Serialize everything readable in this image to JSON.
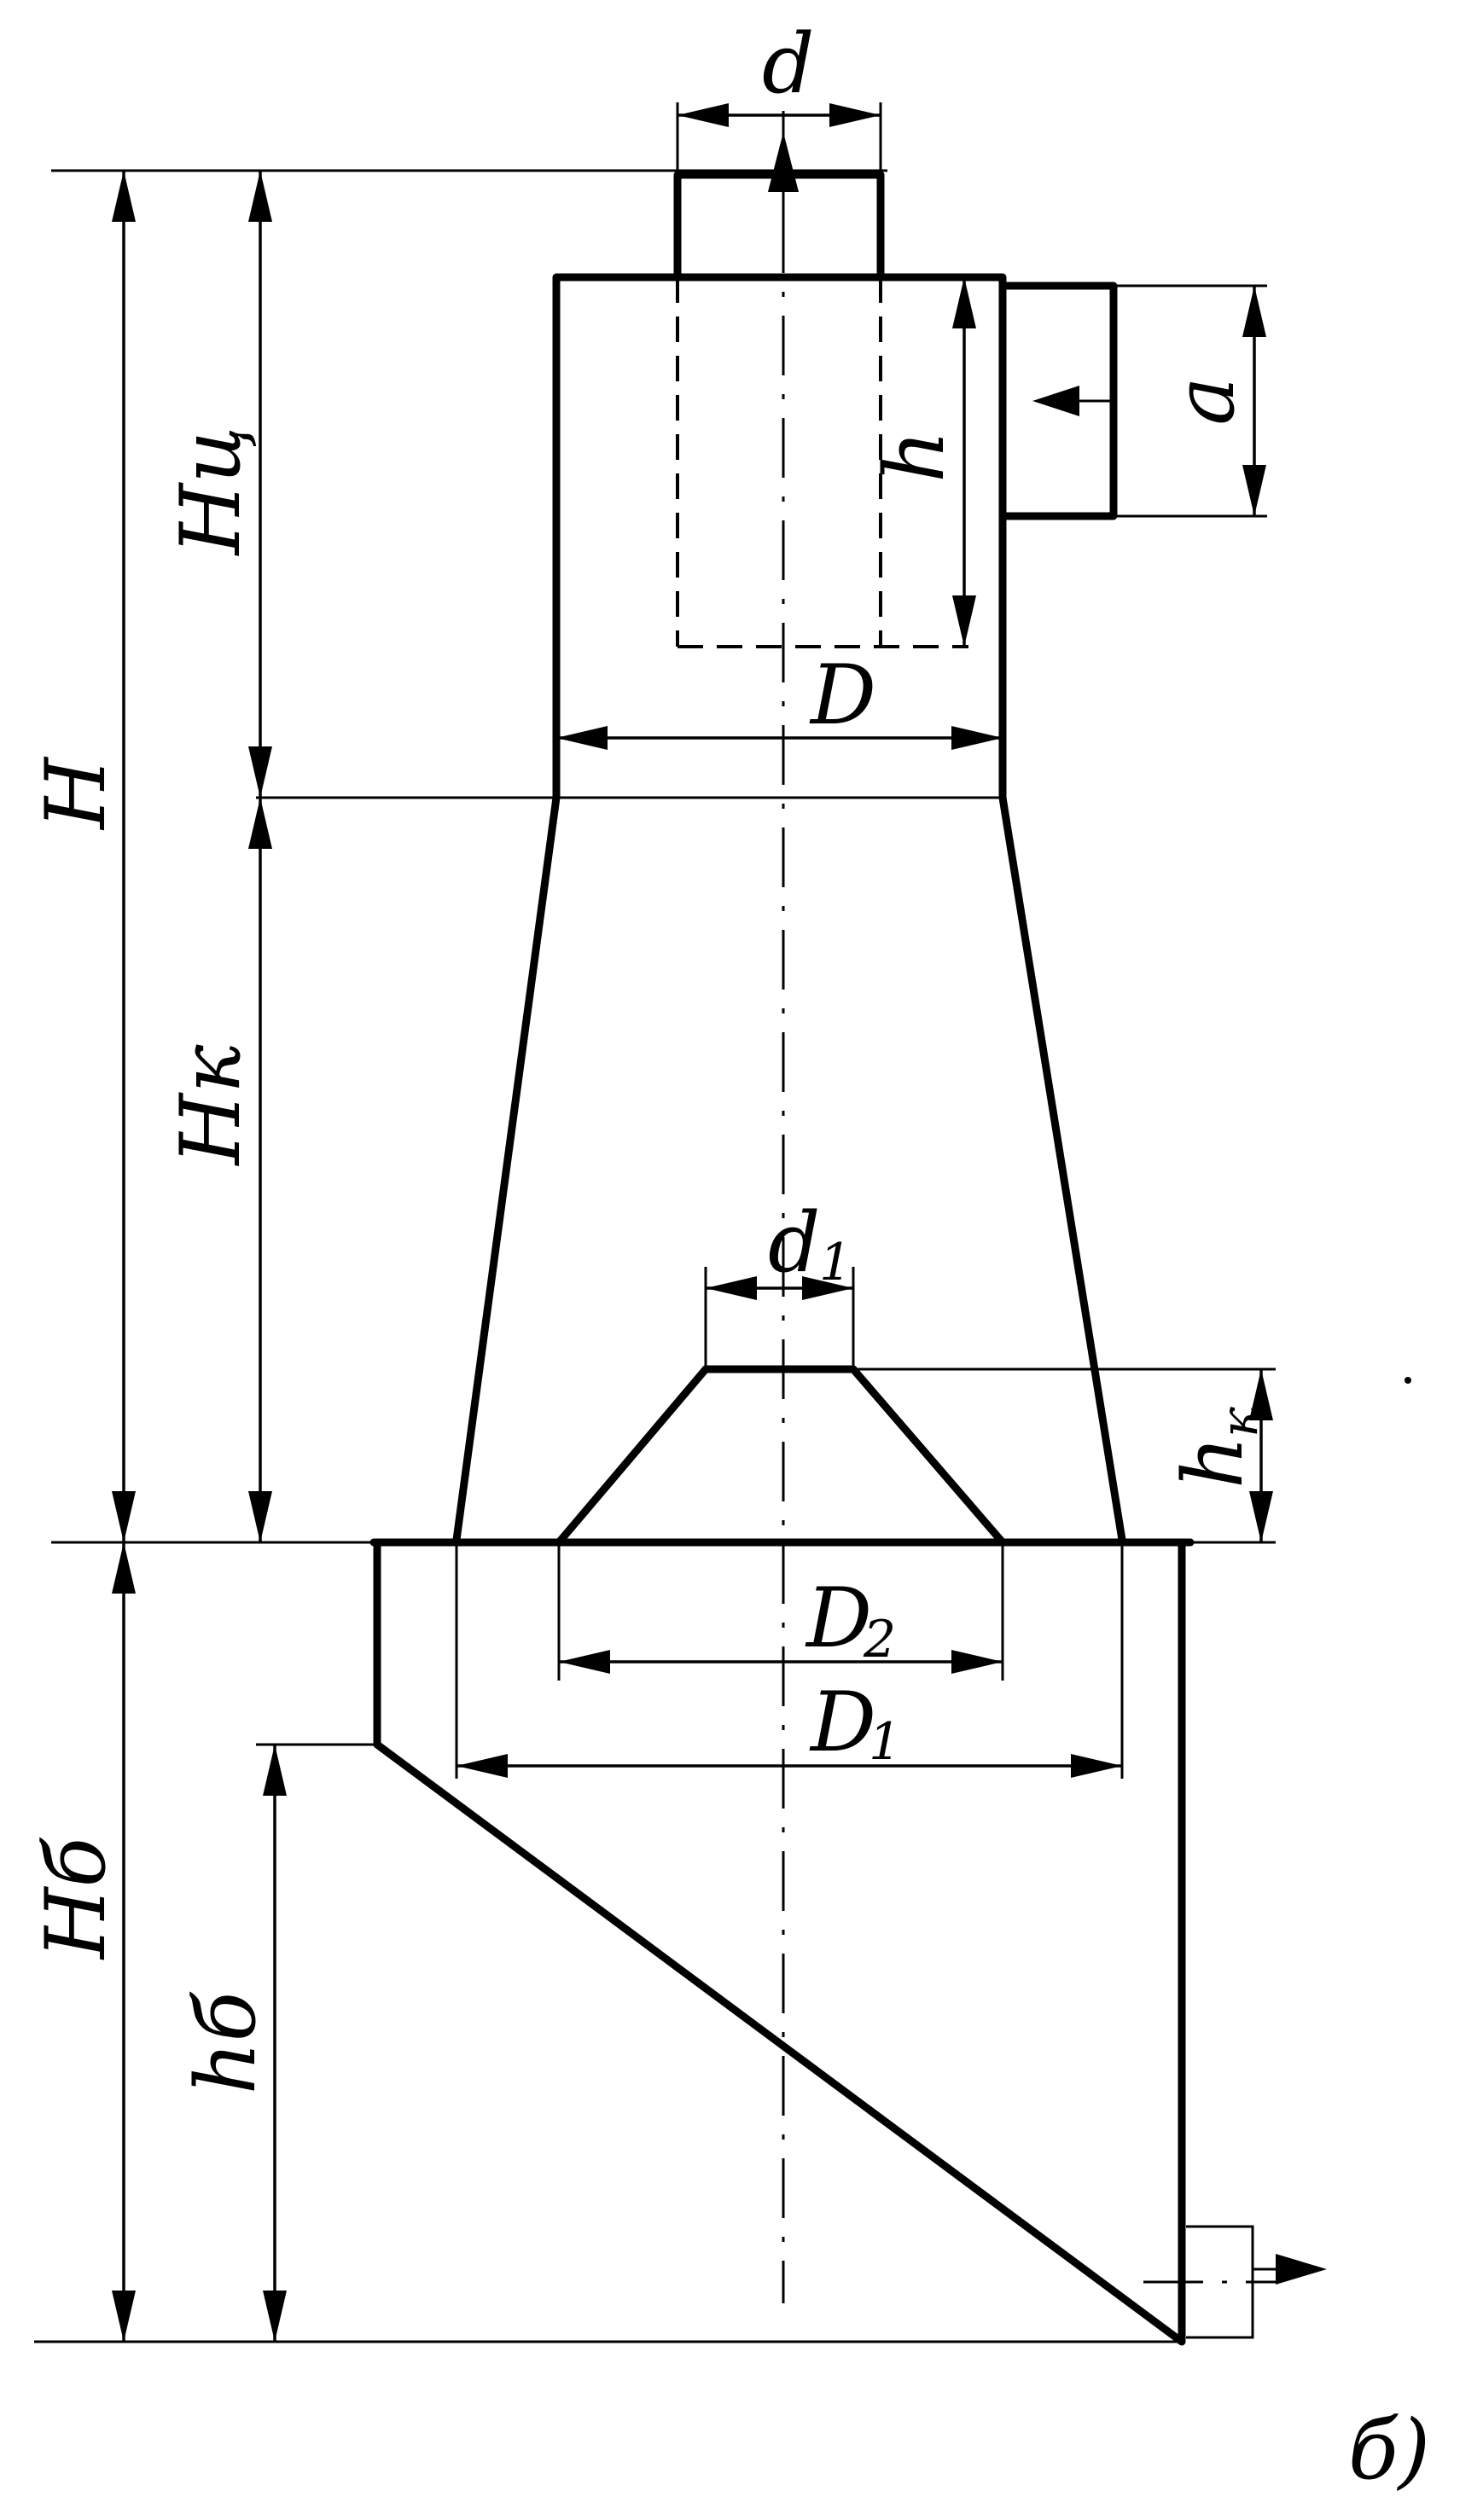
{
  "labels": {
    "d": "d",
    "D": "D",
    "a": "a",
    "h": "h",
    "Hc": "Hц",
    "H": "H",
    "Hk": "Hк",
    "d1_main": "d",
    "d1_sub": "1",
    "hk_main": "h",
    "hk_sub": "к",
    "D2_main": "D",
    "D2_sub": "2",
    "D1_main": "D",
    "D1_sub": "1",
    "Hb": "Hб",
    "hb": "hб",
    "caption": "б)"
  },
  "colors": {
    "ink": "#000000",
    "paper": "#ffffff"
  }
}
